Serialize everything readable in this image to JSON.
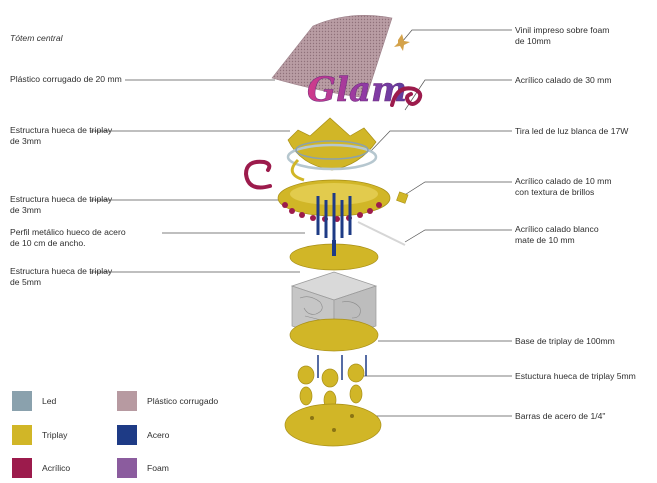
{
  "title": "Tótem central",
  "labels_left": [
    {
      "id": "plastico",
      "text": "Plástico corrugado de 20 mm"
    },
    {
      "id": "estructura1",
      "text": "Estructura  hueca de triplay\nde 3mm"
    },
    {
      "id": "estructura2",
      "text": "Estructura  hueca de triplay\nde 3mm"
    },
    {
      "id": "perfil",
      "text": "Perfil metálico hueco de acero\nde 10 cm de ancho."
    },
    {
      "id": "estructura3",
      "text": "Estructura  hueca de triplay\nde 5mm"
    }
  ],
  "labels_right": [
    {
      "id": "vinil",
      "text": "Vinil impreso sobre foam\nde 10mm"
    },
    {
      "id": "acrilico30",
      "text": "Acrílico calado de 30 mm"
    },
    {
      "id": "tiraled",
      "text": "Tira led de luz blanca de 17W"
    },
    {
      "id": "acrilico10",
      "text": "Acrílico calado de 10 mm\ncon textura de brillos"
    },
    {
      "id": "acrilicoblanco",
      "text": "Acrílico calado blanco\nmate de  10 mm"
    },
    {
      "id": "base",
      "text": "Base de triplay de 100mm"
    },
    {
      "id": "estructura5",
      "text": "Estuctura  hueca de triplay  5mm"
    },
    {
      "id": "barras",
      "text": "Barras de acero de 1/4\""
    }
  ],
  "sign_text": "Glam",
  "legend": [
    {
      "label": "Led",
      "color": "#8aa1ad"
    },
    {
      "label": "Triplay",
      "color": "#d1b627"
    },
    {
      "label": "Acrílico",
      "color": "#9c1b4c"
    },
    {
      "label": "Plástico corrugado",
      "color": "#b79aa1"
    },
    {
      "label": "Acero",
      "color": "#1e3b86"
    },
    {
      "label": "Foam",
      "color": "#8b5c9e"
    }
  ]
}
